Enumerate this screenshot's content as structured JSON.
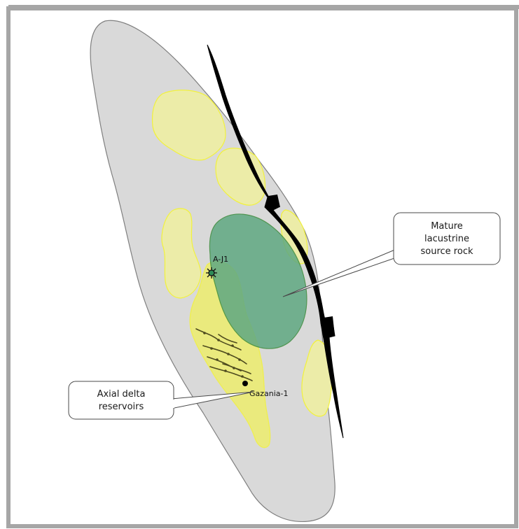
{
  "callouts": {
    "source_rock": {
      "lines": [
        "Mature",
        "lacustrine",
        "source rock"
      ]
    },
    "reservoirs": {
      "lines": [
        "Axial delta",
        "reservoirs"
      ]
    }
  },
  "wells": {
    "aj1": {
      "label": "A-J1"
    },
    "gazania": {
      "label": "Gazania-1"
    }
  },
  "colors": {
    "frame_border": "#a6a6a6",
    "basin_fill": "#d9d9d9",
    "basin_stroke": "#7f7f7f",
    "reservoir_fill": "#f2f2a0",
    "reservoir_stroke": "#f2f23c",
    "delta_fill": "#f0f07a",
    "source_fill": "#5fa882",
    "source_stroke": "#3a8a3a",
    "fault": "#000000",
    "channel": "#4d4a1e"
  }
}
